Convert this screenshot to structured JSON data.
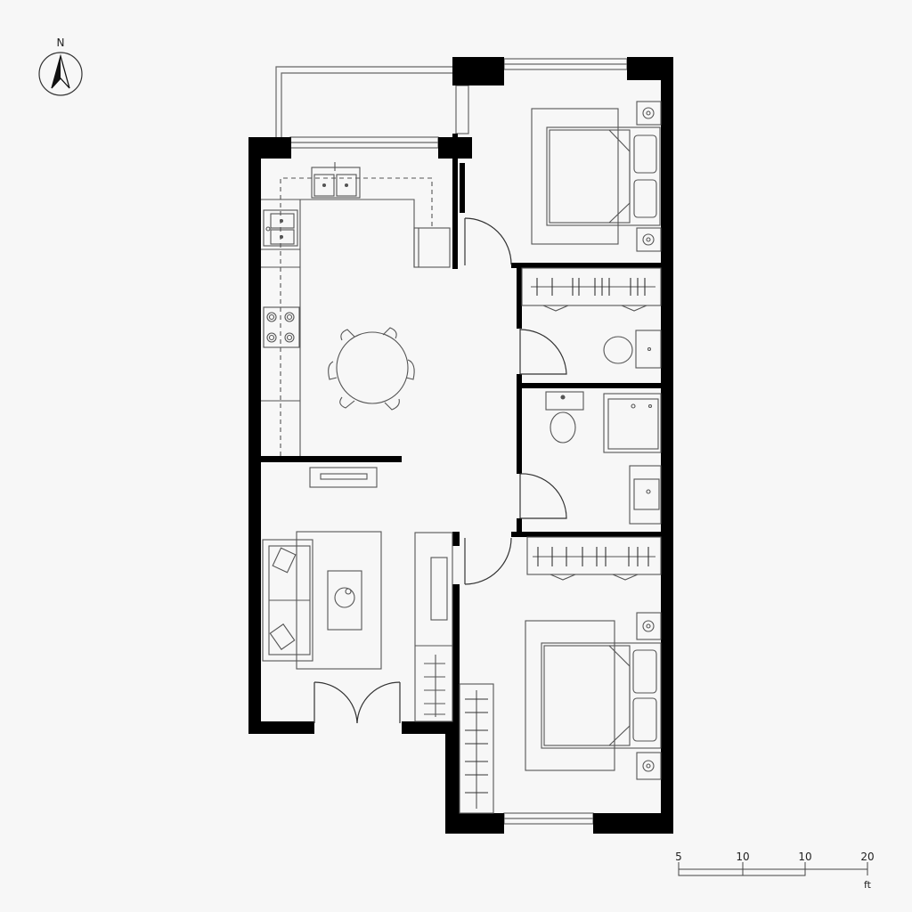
{
  "compass": {
    "label": "N",
    "icon": "north-arrow-icon"
  },
  "scale_bar": {
    "ticks": [
      "5",
      "10",
      "10",
      "20"
    ],
    "unit": "ft"
  },
  "colors": {
    "wall": "#000000",
    "line": "#555555",
    "background": "#f7f7f7"
  }
}
